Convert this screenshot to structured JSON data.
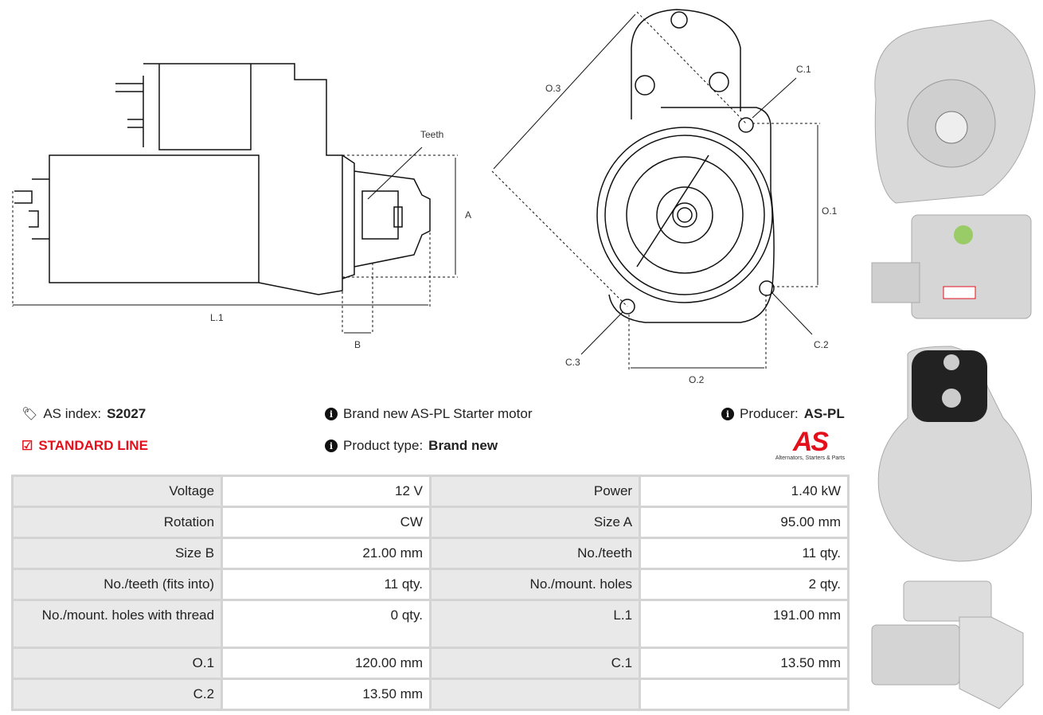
{
  "drawing": {
    "labels": {
      "teeth": "Teeth",
      "a": "A",
      "b": "B",
      "l1": "L.1",
      "o1": "O.1",
      "o2": "O.2",
      "o3": "O.3",
      "c1": "C.1",
      "c2": "C.2",
      "c3": "C.3"
    }
  },
  "info": {
    "index_label": "AS index:",
    "index_value": "S2027",
    "line": "STANDARD LINE",
    "description": "Brand new AS-PL Starter motor",
    "type_label": "Product type:",
    "type_value": "Brand new",
    "producer_label": "Producer:",
    "producer_value": "AS-PL",
    "logo_text": "AS",
    "logo_tagline": "Alternators, Starters & Parts"
  },
  "colors": {
    "accent": "#e3101b"
  },
  "specs": [
    [
      {
        "l": "Voltage",
        "v": "12 V"
      },
      {
        "l": "Power",
        "v": "1.40 kW"
      }
    ],
    [
      {
        "l": "Rotation",
        "v": "CW"
      },
      {
        "l": "Size A",
        "v": "95.00 mm"
      }
    ],
    [
      {
        "l": "Size B",
        "v": "21.00 mm"
      },
      {
        "l": "No./teeth",
        "v": "11 qty."
      }
    ],
    [
      {
        "l": "No./teeth (fits into)",
        "v": "11 qty."
      },
      {
        "l": "No./mount. holes",
        "v": "2 qty."
      }
    ],
    [
      {
        "l": "No./mount. holes with thread",
        "v": "0 qty."
      },
      {
        "l": "L.1",
        "v": "191.00 mm"
      }
    ],
    [
      {
        "l": "O.1",
        "v": "120.00 mm"
      },
      {
        "l": "C.1",
        "v": "13.50 mm"
      }
    ],
    [
      {
        "l": "C.2",
        "v": "13.50 mm"
      },
      {
        "l": "",
        "v": ""
      }
    ]
  ]
}
